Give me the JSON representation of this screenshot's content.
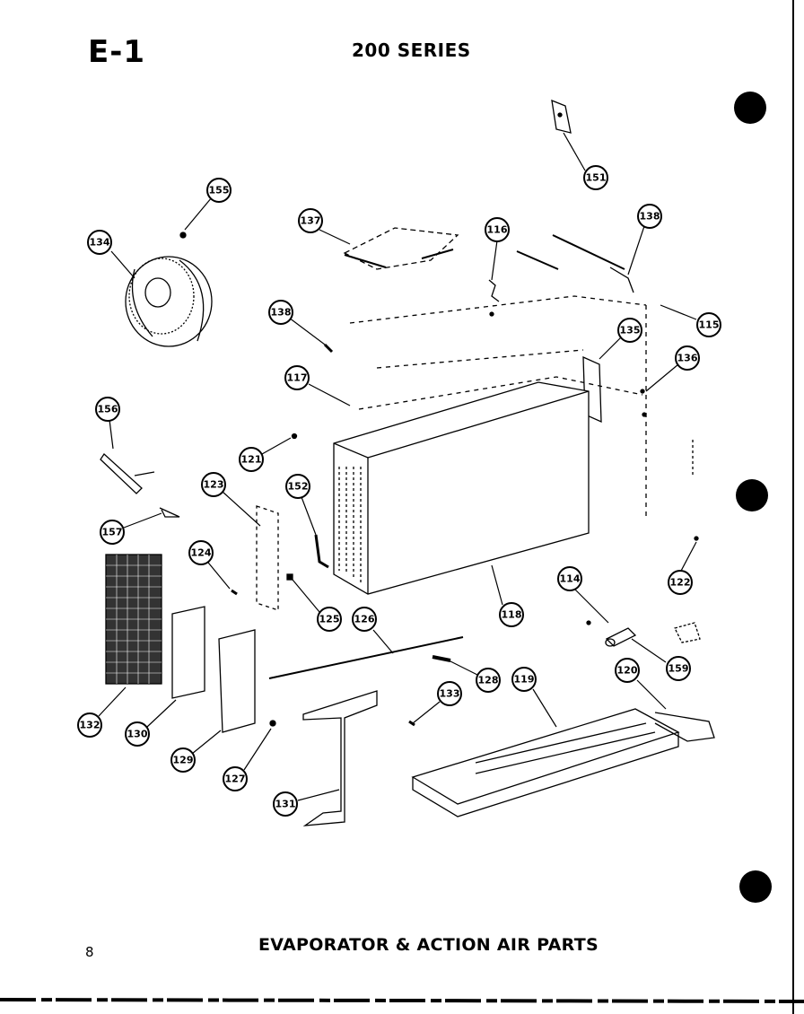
{
  "header": {
    "page_code": "E-1",
    "series": "200 SERIES"
  },
  "footer": {
    "page_number": "8",
    "title": "EVAPORATOR & ACTION AIR PARTS"
  },
  "callouts": [
    {
      "id": "c151",
      "label": "151"
    },
    {
      "id": "c155",
      "label": "155"
    },
    {
      "id": "c134",
      "label": "134"
    },
    {
      "id": "c137",
      "label": "137"
    },
    {
      "id": "c116",
      "label": "116"
    },
    {
      "id": "c138a",
      "label": "138"
    },
    {
      "id": "c138b",
      "label": "138"
    },
    {
      "id": "c115",
      "label": "115"
    },
    {
      "id": "c135",
      "label": "135"
    },
    {
      "id": "c117",
      "label": "117"
    },
    {
      "id": "c136",
      "label": "136"
    },
    {
      "id": "c156",
      "label": "156"
    },
    {
      "id": "c121",
      "label": "121"
    },
    {
      "id": "c123",
      "label": "123"
    },
    {
      "id": "c152",
      "label": "152"
    },
    {
      "id": "c157",
      "label": "157"
    },
    {
      "id": "c124",
      "label": "124"
    },
    {
      "id": "c122",
      "label": "122"
    },
    {
      "id": "c114",
      "label": "114"
    },
    {
      "id": "c125",
      "label": "125"
    },
    {
      "id": "c126",
      "label": "126"
    },
    {
      "id": "c118a",
      "label": "118"
    },
    {
      "id": "c159",
      "label": "159"
    },
    {
      "id": "c120",
      "label": "120"
    },
    {
      "id": "c128",
      "label": "128"
    },
    {
      "id": "c119",
      "label": "119"
    },
    {
      "id": "c133",
      "label": "133"
    },
    {
      "id": "c132",
      "label": "132"
    },
    {
      "id": "c130",
      "label": "130"
    },
    {
      "id": "c129",
      "label": "129"
    },
    {
      "id": "c127",
      "label": "127"
    },
    {
      "id": "c131",
      "label": "131"
    }
  ]
}
